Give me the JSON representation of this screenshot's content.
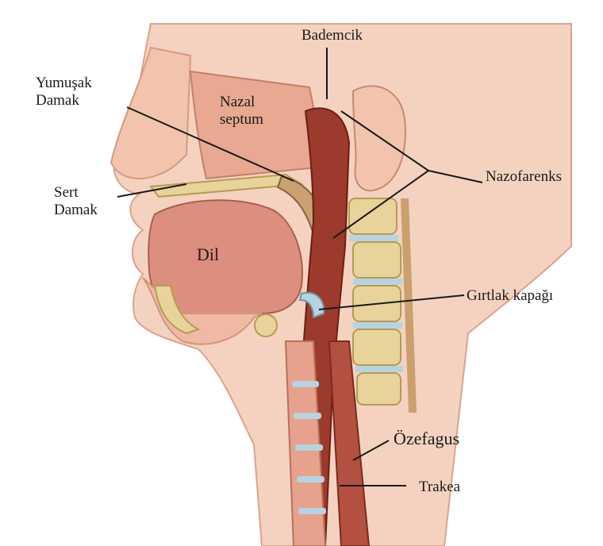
{
  "labels": {
    "bademcik": "Bademcik",
    "yumusak_damak": "Yumuşak\nDamak",
    "nazal_septum": "Nazal\nseptum",
    "nazofarenks": "Nazofarenks",
    "sert_damak": "Sert\nDamak",
    "dil": "Dil",
    "girtlak_kapagi": "Gırtlak kapağı",
    "ozefagus": "Özefagus",
    "trakea": "Trakea"
  },
  "colors": {
    "skin": "#f2c9b4",
    "skin_dark": "#e0a58f",
    "tongue": "#d98a7c",
    "throat": "#9c3a2c",
    "bone": "#e8d39a",
    "cartilage": "#b7d3df",
    "line": "#1a1a1a"
  }
}
